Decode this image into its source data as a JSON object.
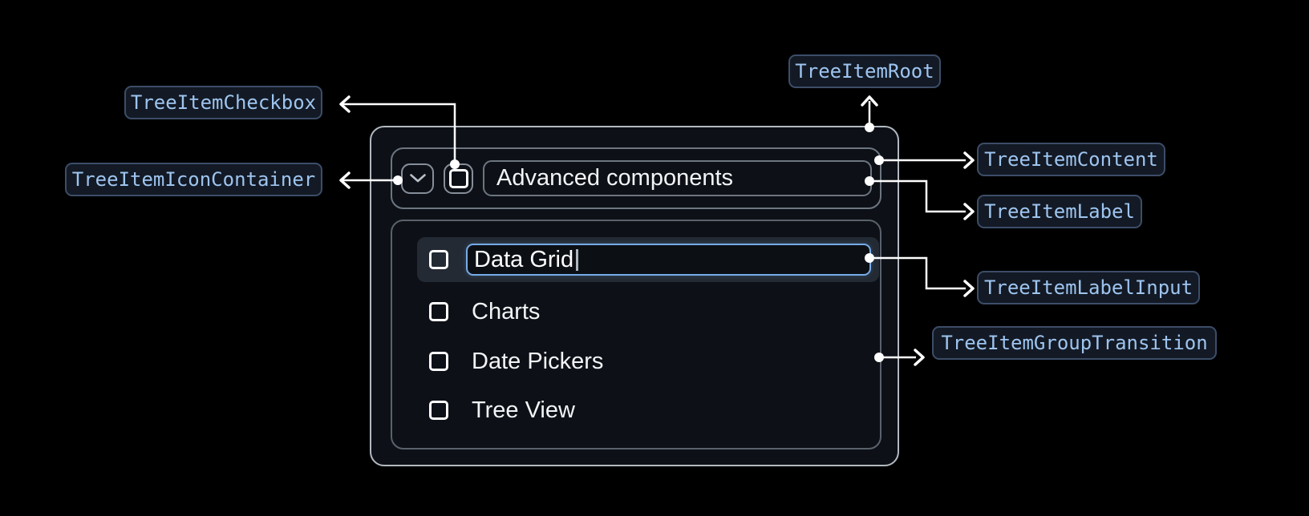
{
  "diagram": {
    "title_note": "Tree item anatomy diagram",
    "tree": {
      "parent": {
        "label": "Advanced components",
        "expanded": true,
        "checked": false
      },
      "editing_item": {
        "value": "Data Grid",
        "editing": true,
        "checked": false
      },
      "items": [
        "Charts",
        "Date Pickers",
        "Tree View"
      ]
    },
    "badges": {
      "root": "TreeItemRoot",
      "checkbox": "TreeItemCheckbox",
      "icon_container": "TreeItemIconContainer",
      "content": "TreeItemContent",
      "label": "TreeItemLabel",
      "label_input": "TreeItemLabelInput",
      "group_transition": "TreeItemGroupTransition"
    },
    "icons": {
      "expand": "chevron-down-icon",
      "item_checkbox": "checkbox-unchecked-icon"
    },
    "colors": {
      "page_bg": "#000000",
      "panel_bg": "#0d1117",
      "panel_border": "#b3b9c0",
      "inner_border": "#6d7580",
      "group_border": "#5a616b",
      "row_highlight_bg": "#232a34",
      "input_border": "#76abe8",
      "badge_bg": "#131a25",
      "badge_border": "#3c4d68",
      "badge_text": "#9ec4ef",
      "connector": "#ffffff",
      "text": "#f2f4f6"
    }
  }
}
